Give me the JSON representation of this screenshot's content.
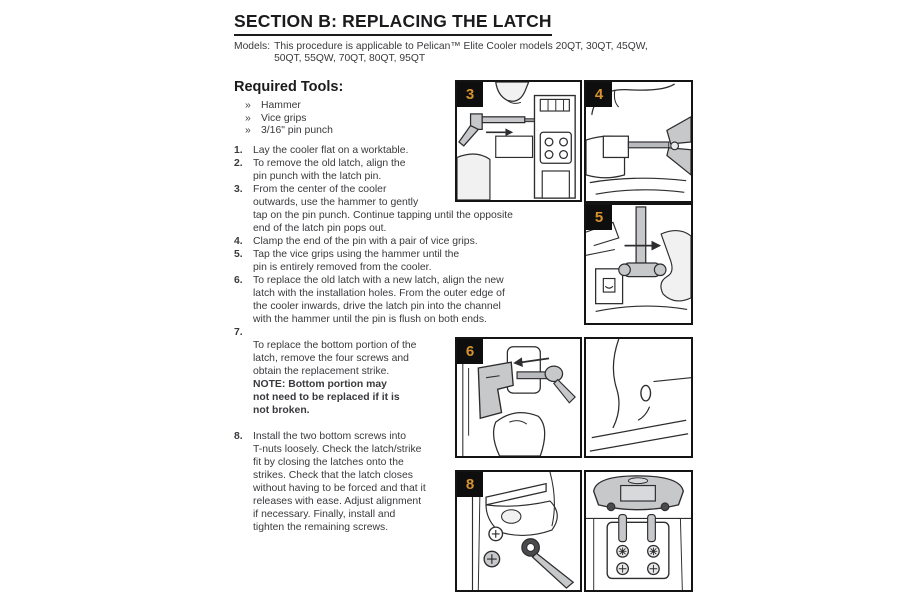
{
  "document": {
    "title": "SECTION B: REPLACING THE LATCH",
    "models": {
      "label": "Models:",
      "text": "This procedure is applicable to Pelican™ Elite Cooler models 20QT, 30QT, 45QW,\n50QT, 55QW, 70QT, 80QT, 95QT"
    },
    "required_tools": {
      "heading": "Required Tools:",
      "bullet": "»",
      "items": [
        "Hammer",
        "Vice grips",
        "3/16\" pin punch"
      ]
    },
    "steps": [
      {
        "num": "1.",
        "text": "Lay the cooler flat on a worktable."
      },
      {
        "num": "2.",
        "text": "To remove the old latch, align the\npin punch with the latch pin."
      },
      {
        "num": "3.",
        "text": "From the center of the cooler\noutwards, use the hammer to gently\ntap on the pin punch. Continue tapping until the opposite\nend of the latch pin pops out."
      },
      {
        "num": "4.",
        "text": "Clamp the end of the pin with a pair of vice grips."
      },
      {
        "num": "5.",
        "text": "Tap the vice grips using the hammer until the\npin is entirely removed from the cooler."
      },
      {
        "num": "6.",
        "text": "To replace the old latch with a new latch, align the new\nlatch with the installation holes. From the outer edge of\nthe cooler inwards, drive the latch pin into the channel\nwith the hammer until the pin is flush on both ends."
      },
      {
        "num": "7.",
        "text": "To replace the bottom portion of the\nlatch, remove the four screws and\nobtain the replacement strike.",
        "note": "NOTE: Bottom portion may\nnot need to be replaced if it is\nnot broken."
      },
      {
        "num": "8.",
        "text": "Install the two bottom screws into\nT-nuts loosely. Check the latch/strike\nfit by closing the latches onto the\nstrikes. Check that the latch closes\nwithout having to be forced and that it\nreleases with ease. Adjust alignment\nif necessary. Finally, install and\ntighten the remaining screws."
      }
    ],
    "figures": [
      {
        "badge": "3",
        "depicts": "hammer tapping pin punch into latch pin"
      },
      {
        "badge": "4",
        "depicts": "vice grips clamping end of pin"
      },
      {
        "badge": "5",
        "depicts": "hammer tapping vice grips sideways"
      },
      {
        "badge": "6",
        "depicts": "new latch aligned and pin driven in"
      },
      {
        "badge": "",
        "depicts": "close-up of installation hole"
      },
      {
        "badge": "8",
        "depicts": "screwdriver installing bottom screws"
      },
      {
        "badge": "",
        "depicts": "latch and strike with four screws"
      }
    ],
    "colors": {
      "badge_bg": "#0e0e0e",
      "badge_number": "#d6932f",
      "body_text": "#3a3a3e",
      "title_text": "#1b1b1d"
    }
  }
}
